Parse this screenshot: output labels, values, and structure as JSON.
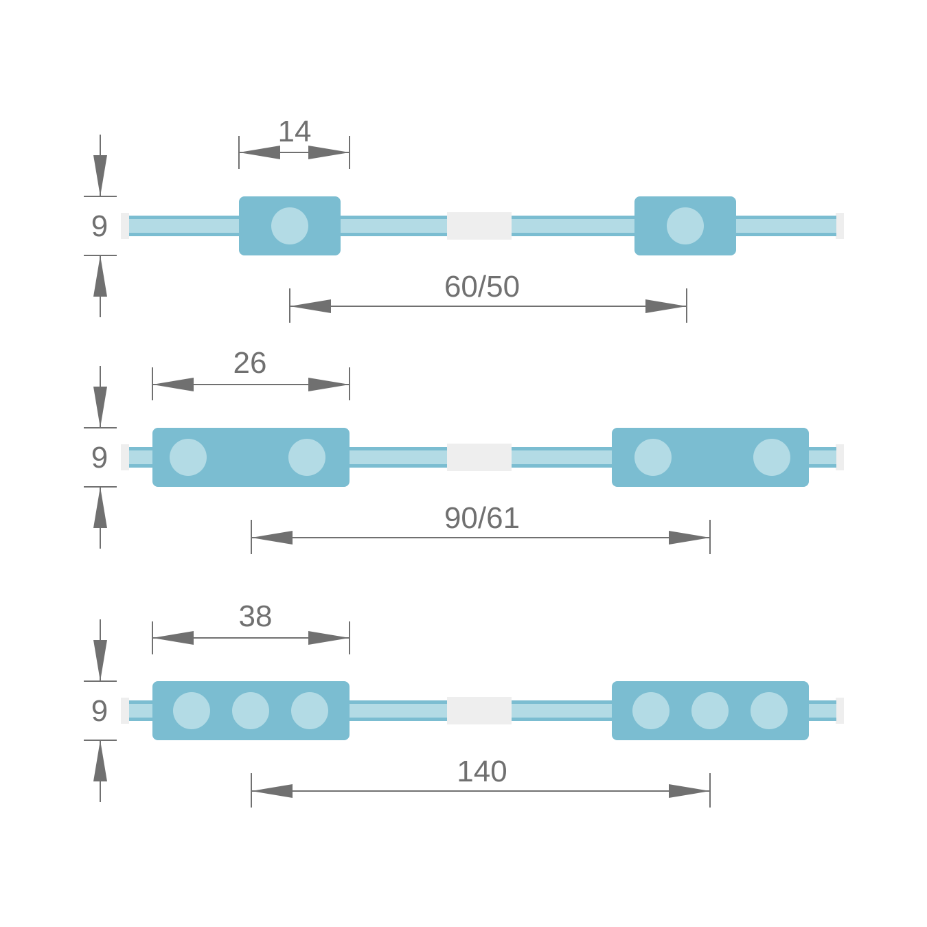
{
  "colors": {
    "background": "#ffffff",
    "module": "#7bbdd1",
    "led": "#b3dbe5",
    "strip_edge": "#7bbdd1",
    "strip_fill": "#b3dbe5",
    "connector": "#eeeeee",
    "dimension": "#707070"
  },
  "rows": [
    {
      "height_label": "9",
      "module_width_label": "14",
      "pitch_label": "60/50",
      "leds_per_module": 1
    },
    {
      "height_label": "9",
      "module_width_label": "26",
      "pitch_label": "90/61",
      "leds_per_module": 2
    },
    {
      "height_label": "9",
      "module_width_label": "38",
      "pitch_label": "140",
      "leds_per_module": 3
    }
  ]
}
